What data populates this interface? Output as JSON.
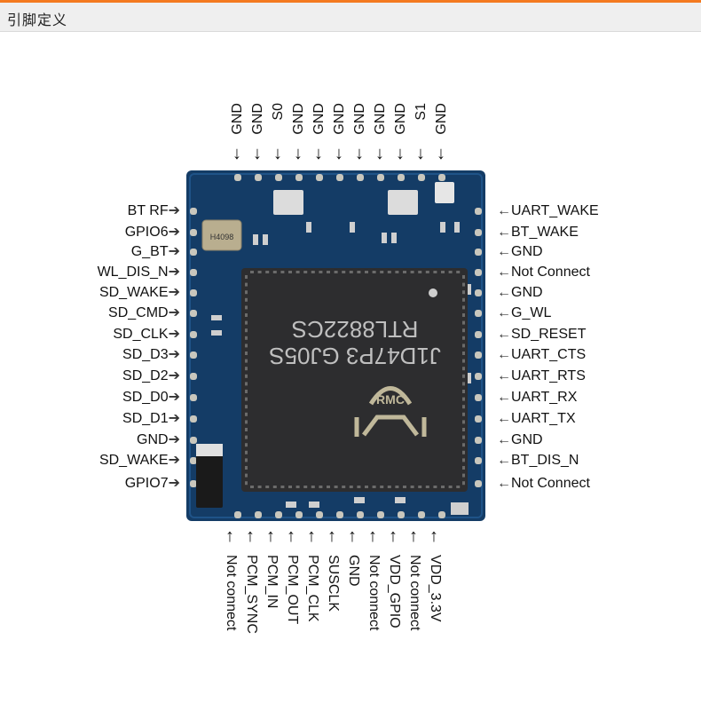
{
  "header": {
    "title": "引脚定义"
  },
  "chip": {
    "line1": "RTL8822CS",
    "line2": "J1D47P3 GJ05S",
    "crystal": "H4098",
    "logo": "RMC"
  },
  "top_pins": [
    "GND",
    "GND",
    "S0",
    "GND",
    "GND",
    "GND",
    "GND",
    "GND",
    "GND",
    "S1",
    "GND"
  ],
  "bottom_pins": [
    "Not connect",
    "PCM_SYNC",
    "PCM_IN",
    "PCM_OUT",
    "PCM_CLK",
    "SUSCLK",
    "GND",
    "Not connect",
    "VDD_GPIO",
    "Not connect",
    "VDD_3.3V"
  ],
  "left_pins": [
    "BT RF",
    "GPIO6",
    "G_BT",
    "WL_DIS_N",
    "SD_WAKE",
    "SD_CMD",
    "SD_CLK",
    "SD_D3",
    "SD_D2",
    "SD_D0",
    "SD_D1",
    "GND",
    "SD_WAKE",
    "GPIO7"
  ],
  "right_pins": [
    "UART_WAKE",
    "BT_WAKE",
    "GND",
    "Not Connect",
    "GND",
    "G_WL",
    "SD_RESET",
    "UART_CTS",
    "UART_RTS",
    "UART_RX",
    "UART_TX",
    "GND",
    "BT_DIS_N",
    "Not Connect"
  ],
  "colors": {
    "accent": "#f47a20",
    "pcb": "#123a63",
    "chip": "#2e2e30",
    "pad": "#c9c7bd"
  }
}
